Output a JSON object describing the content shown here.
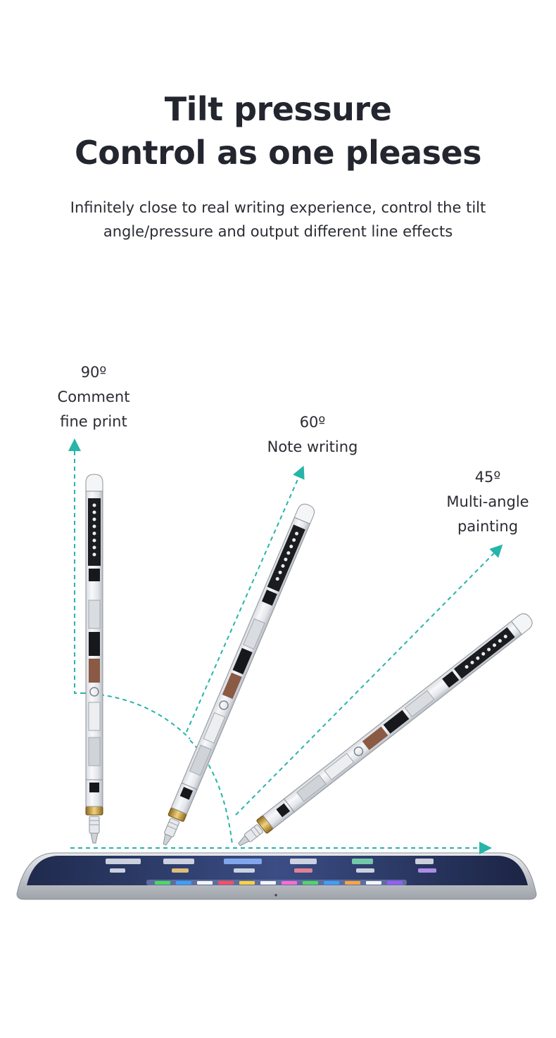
{
  "heading": {
    "line1": "Tilt pressure",
    "line2": "Control as one pleases"
  },
  "description": {
    "line1": "Infinitely close to real writing experience, control the tilt",
    "line2": "angle/pressure and output different line effects"
  },
  "angles": [
    {
      "degree": "90º",
      "line1": "Comment",
      "line2": "fine print"
    },
    {
      "degree": "60º",
      "line1": "Note writing",
      "line2": ""
    },
    {
      "degree": "45º",
      "line1": "Multi-angle",
      "line2": "painting"
    }
  ],
  "colors": {
    "accent": "#26b5a8",
    "text": "#23262e",
    "tablet_frame": "#c9ccd1",
    "tablet_screen": "#2b3a66",
    "stylus_gold": "#c7a04a",
    "stylus_copper": "#8b5a44"
  }
}
